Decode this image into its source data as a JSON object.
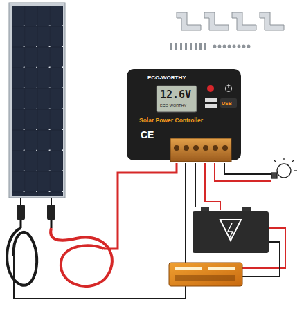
{
  "diagram": {
    "nodes": [
      {
        "text": [
          "ECO-WORTHY",
          "12.6V",
          "ECO-WORTHY",
          "USB",
          "Solar Power Controller",
          "CE"
        ]
      }
    ]
  }
}
